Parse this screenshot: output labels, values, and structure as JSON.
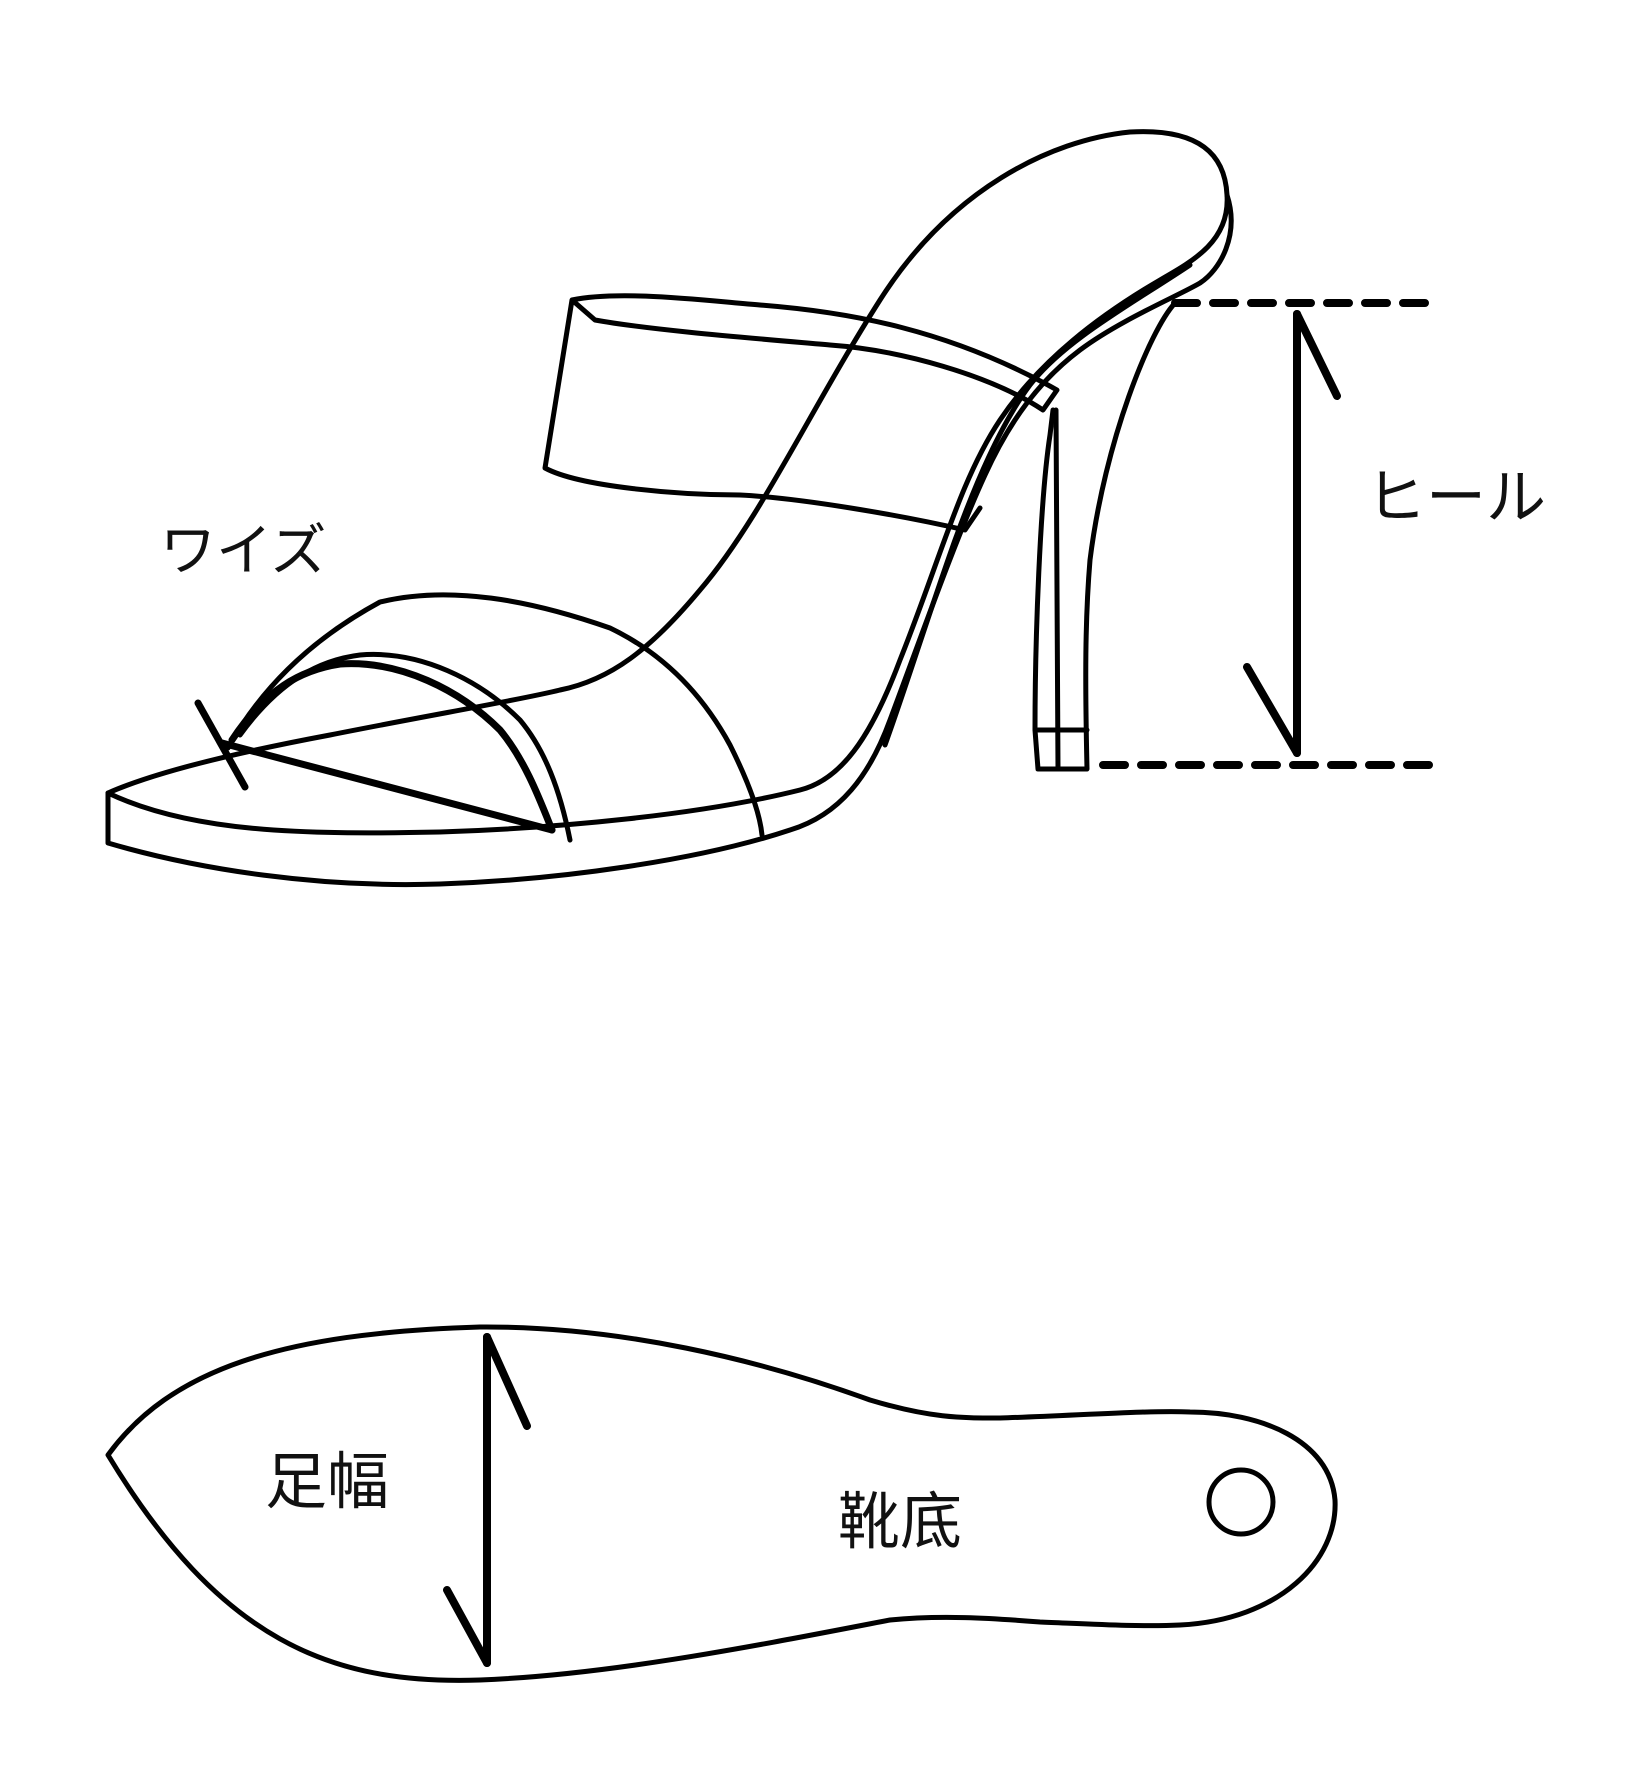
{
  "labels": {
    "width": "ワイズ",
    "heel": "ヒール",
    "foot_width": "足幅",
    "sole": "靴底"
  },
  "colors": {
    "stroke": "#000000",
    "text": "#111111",
    "background": "#ffffff"
  }
}
